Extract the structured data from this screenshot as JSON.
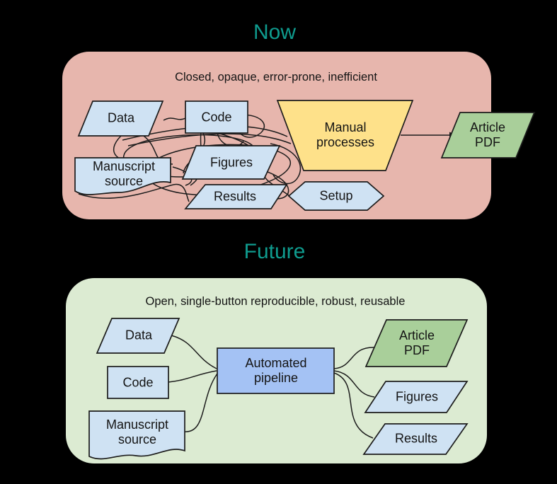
{
  "colors": {
    "background": "#000000",
    "title_teal": "#0f9b8e",
    "now_container": "#e7b6ad",
    "future_container": "#dcebd2",
    "node_blue": "#cfe2f3",
    "node_yellow": "#fee18a",
    "node_green": "#a9cf9a",
    "pipeline_blue": "#a4c2f4",
    "stroke": "#1c1c1c",
    "text": "#141414"
  },
  "now": {
    "title": "Now",
    "caption": "Closed, opaque, error-prone, inefficient",
    "nodes": {
      "data": {
        "label": "Data",
        "shape": "parallelogram"
      },
      "code": {
        "label": "Code",
        "shape": "rectangle"
      },
      "manuscript": {
        "label": "Manuscript\nsource",
        "shape": "document"
      },
      "figures": {
        "label": "Figures",
        "shape": "parallelogram"
      },
      "results": {
        "label": "Results",
        "shape": "parallelogram"
      },
      "setup": {
        "label": "Setup",
        "shape": "hexagon"
      },
      "manual": {
        "label": "Manual\nprocesses",
        "shape": "trapezoid"
      },
      "article": {
        "label": "Article\nPDF",
        "shape": "parallelogram"
      }
    }
  },
  "future": {
    "title": "Future",
    "caption": "Open, single-button reproducible, robust, reusable",
    "nodes": {
      "data": {
        "label": "Data",
        "shape": "parallelogram"
      },
      "code": {
        "label": "Code",
        "shape": "rectangle"
      },
      "manuscript": {
        "label": "Manuscript\nsource",
        "shape": "document"
      },
      "pipeline": {
        "label": "Automated\npipeline",
        "shape": "rectangle"
      },
      "article": {
        "label": "Article\nPDF",
        "shape": "parallelogram"
      },
      "figures": {
        "label": "Figures",
        "shape": "parallelogram"
      },
      "results": {
        "label": "Results",
        "shape": "parallelogram"
      }
    }
  }
}
